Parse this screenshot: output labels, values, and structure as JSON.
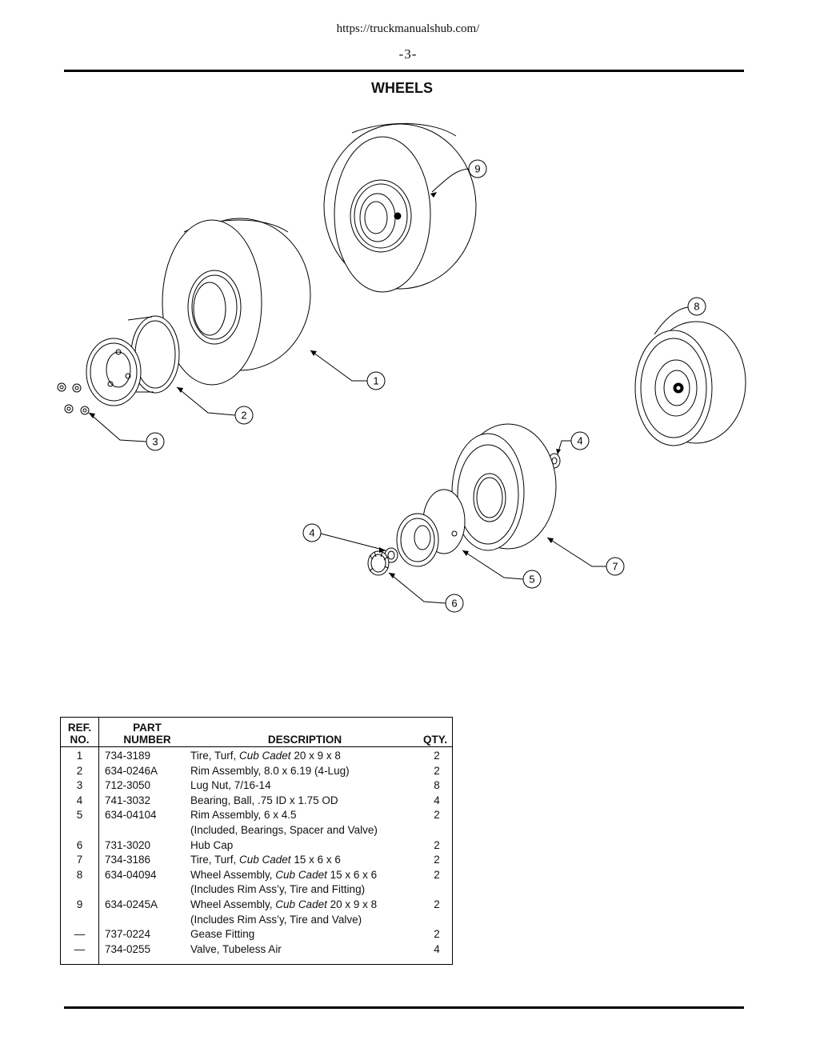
{
  "header": {
    "url": "https://truckmanualshub.com/",
    "page_number": "-3-",
    "title": "WHEELS"
  },
  "diagram": {
    "callouts": [
      "9",
      "8",
      "1",
      "2",
      "3",
      "4",
      "4",
      "7",
      "5",
      "6"
    ]
  },
  "table": {
    "headers": {
      "ref_line1": "REF.",
      "ref_line2": "NO.",
      "part_line1": "PART",
      "part_line2": "NUMBER",
      "description": "DESCRIPTION",
      "qty": "QTY."
    },
    "rows": [
      {
        "ref": "1",
        "part": "734-3189",
        "pre": "Tire, Turf, ",
        "em": "Cub Cadet",
        "post": " 20 x 9 x 8",
        "note": "",
        "qty": "2"
      },
      {
        "ref": "2",
        "part": "634-0246A",
        "pre": "Rim Assembly, 8.0 x 6.19 (4-Lug)",
        "em": "",
        "post": "",
        "note": "",
        "qty": "2"
      },
      {
        "ref": "3",
        "part": "712-3050",
        "pre": "Lug Nut, 7/16-14",
        "em": "",
        "post": "",
        "note": "",
        "qty": "8"
      },
      {
        "ref": "4",
        "part": "741-3032",
        "pre": "Bearing, Ball, .75 ID x 1.75 OD",
        "em": "",
        "post": "",
        "note": "",
        "qty": "4"
      },
      {
        "ref": "5",
        "part": "634-04104",
        "pre": "Rim Assembly, 6 x 4.5",
        "em": "",
        "post": "",
        "note": "(Included, Bearings, Spacer and Valve)",
        "qty": "2"
      },
      {
        "ref": "6",
        "part": "731-3020",
        "pre": "Hub Cap",
        "em": "",
        "post": "",
        "note": "",
        "qty": "2"
      },
      {
        "ref": "7",
        "part": "734-3186",
        "pre": "Tire, Turf, ",
        "em": "Cub Cadet",
        "post": " 15 x 6 x 6",
        "note": "",
        "qty": "2"
      },
      {
        "ref": "8",
        "part": "634-04094",
        "pre": "Wheel Assembly, ",
        "em": "Cub Cadet",
        "post": " 15 x 6 x 6",
        "note": "(Includes Rim Ass’y, Tire and Fitting)",
        "qty": "2"
      },
      {
        "ref": "9",
        "part": "634-0245A",
        "pre": "Wheel Assembly, ",
        "em": "Cub Cadet",
        "post": "  20 x 9 x 8",
        "note": "(Includes Rim Ass’y, Tire and Valve)",
        "qty": "2"
      },
      {
        "ref": "—",
        "part": "737-0224",
        "pre": "Gease Fitting",
        "em": "",
        "post": "",
        "note": "",
        "qty": "2"
      },
      {
        "ref": "—",
        "part": "734-0255",
        "pre": "Valve, Tubeless Air",
        "em": "",
        "post": "",
        "note": "",
        "qty": "4"
      }
    ]
  }
}
